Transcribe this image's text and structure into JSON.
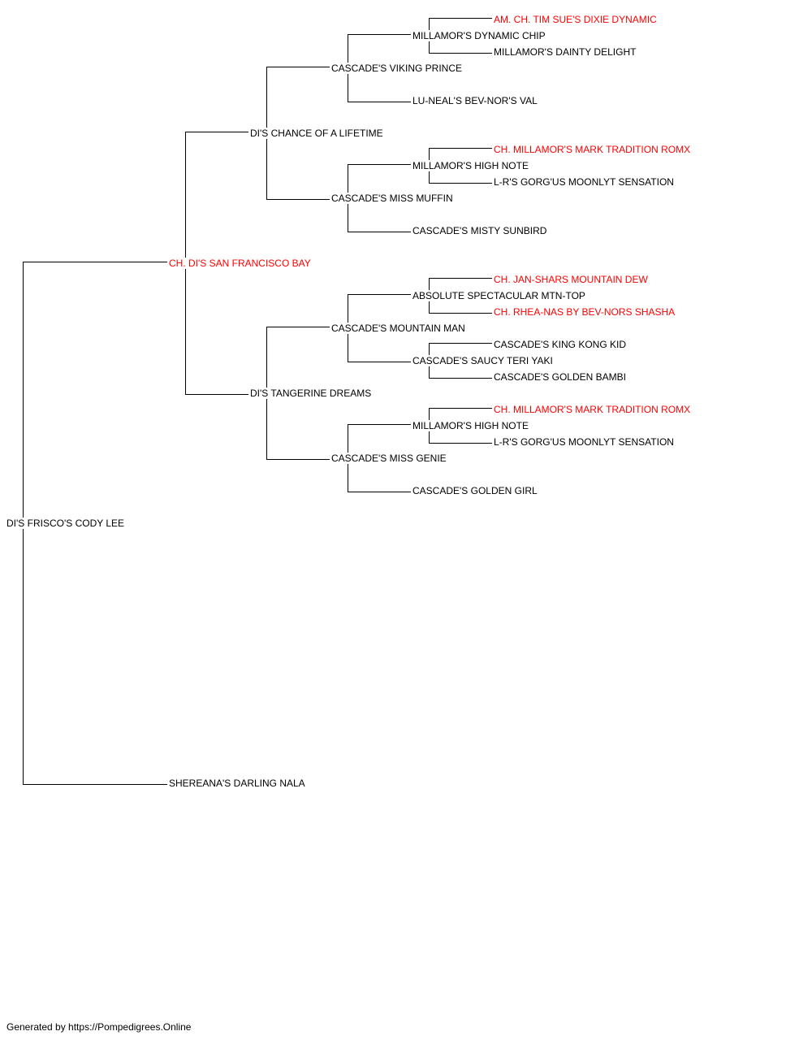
{
  "colors": {
    "champion": "#ff0000",
    "normal": "#000000",
    "line": "#000000"
  },
  "pedigree": {
    "subject": {
      "name": "DI'S FRISCO'S CODY LEE",
      "champion": false
    },
    "sire": {
      "name": "CH. DI'S SAN FRANCISCO BAY",
      "champion": true
    },
    "dam": {
      "name": "SHEREANA'S DARLING NALA",
      "champion": false
    },
    "s_s": {
      "name": "DI'S CHANCE OF A LIFETIME",
      "champion": false
    },
    "s_d": {
      "name": "DI'S TANGERINE DREAMS",
      "champion": false
    },
    "s_s_s": {
      "name": "CASCADE'S VIKING PRINCE",
      "champion": false
    },
    "s_s_d": {
      "name": "CASCADE'S MISS MUFFIN",
      "champion": false
    },
    "s_d_s": {
      "name": "CASCADE'S MOUNTAIN MAN",
      "champion": false
    },
    "s_d_d": {
      "name": "CASCADE'S MISS GENIE",
      "champion": false
    },
    "s_s_s_s": {
      "name": "MILLAMOR'S DYNAMIC CHIP",
      "champion": false
    },
    "s_s_s_d": {
      "name": "LU-NEAL'S BEV-NOR'S VAL",
      "champion": false
    },
    "s_s_d_s": {
      "name": "MILLAMOR'S HIGH NOTE",
      "champion": false
    },
    "s_s_d_d": {
      "name": "CASCADE'S MISTY SUNBIRD",
      "champion": false
    },
    "s_d_s_s": {
      "name": "ABSOLUTE SPECTACULAR MTN-TOP",
      "champion": false
    },
    "s_d_s_d": {
      "name": "CASCADE'S SAUCY TERI YAKI",
      "champion": false
    },
    "s_d_d_s": {
      "name": "MILLAMOR'S HIGH NOTE",
      "champion": false
    },
    "s_d_d_d": {
      "name": "CASCADE'S GOLDEN GIRL",
      "champion": false
    },
    "s_s_s_s_s": {
      "name": "AM. CH. TIM SUE'S DIXIE DYNAMIC",
      "champion": true
    },
    "s_s_s_s_d": {
      "name": "MILLAMOR'S DAINTY DELIGHT",
      "champion": false
    },
    "s_s_d_s_s": {
      "name": "CH. MILLAMOR'S MARK TRADITION ROMX",
      "champion": true
    },
    "s_s_d_s_d": {
      "name": "L-R'S GORG'US MOONLYT SENSATION",
      "champion": false
    },
    "s_d_s_s_s": {
      "name": "CH. JAN-SHARS MOUNTAIN DEW",
      "champion": true
    },
    "s_d_s_s_d": {
      "name": "CH. RHEA-NAS BY BEV-NORS SHASHA",
      "champion": true
    },
    "s_d_s_d_s": {
      "name": "CASCADE'S KING KONG KID",
      "champion": false
    },
    "s_d_s_d_d": {
      "name": "CASCADE'S GOLDEN BAMBI",
      "champion": false
    },
    "s_d_d_s_s": {
      "name": "CH. MILLAMOR'S MARK TRADITION ROMX",
      "champion": true
    },
    "s_d_d_s_d": {
      "name": "L-R'S GORG'US MOONLYT SENSATION",
      "champion": false
    }
  },
  "footer": {
    "text": "Generated by https://Pompedigrees.Online"
  }
}
